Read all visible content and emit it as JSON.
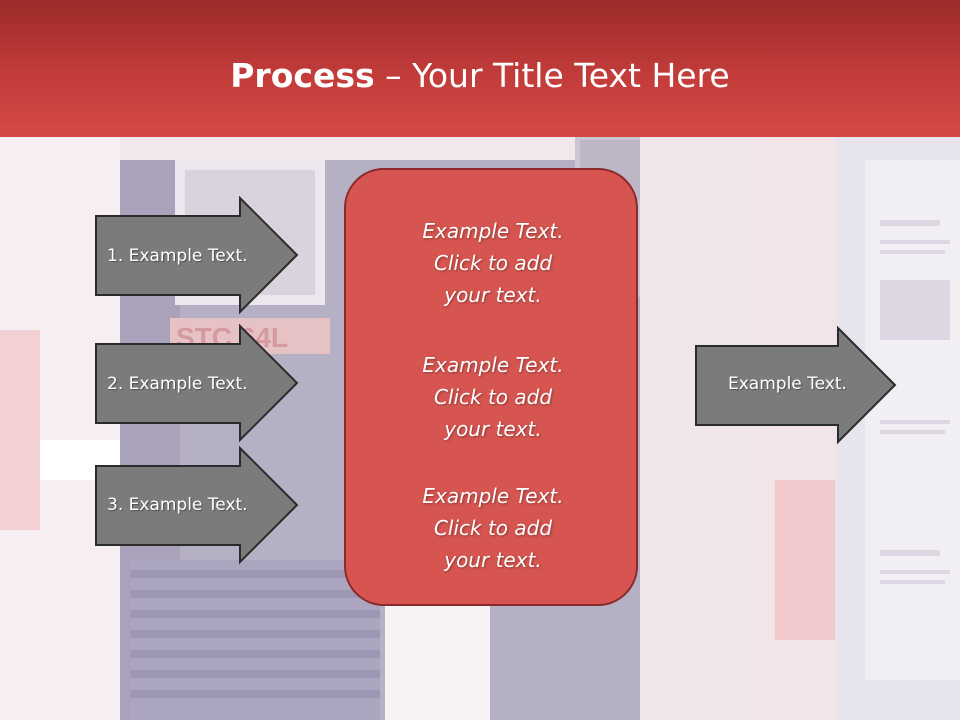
{
  "slide": {
    "title_bold": "Process",
    "title_rest": " – Your Title Text Here"
  },
  "left_arrows": [
    {
      "label": "1. Example Text."
    },
    {
      "label": "2. Example Text."
    },
    {
      "label": "3. Example Text."
    }
  ],
  "center_box": {
    "blocks": [
      {
        "lines": [
          "Example Text.",
          "Click  to add",
          "your text."
        ]
      },
      {
        "lines": [
          "Example Text.",
          "Click  to add",
          "your text."
        ]
      },
      {
        "lines": [
          "Example Text.",
          "Click  to add",
          "your text."
        ]
      }
    ]
  },
  "right_arrow": {
    "label": "Example Text."
  },
  "colors": {
    "header": "#c23c3a",
    "center_box": "#d65550",
    "arrow_fill": "#7b7b7b",
    "arrow_border": "#2b2b2b"
  }
}
